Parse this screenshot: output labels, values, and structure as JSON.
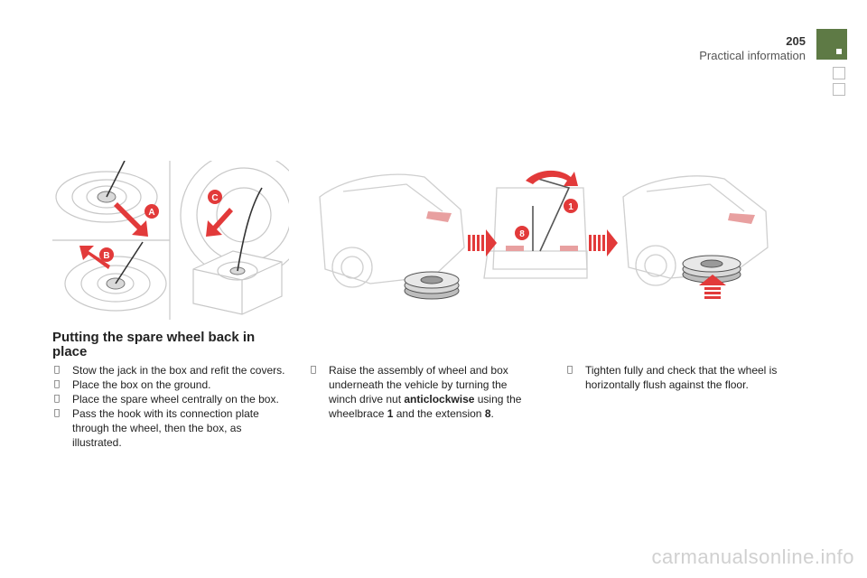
{
  "header": {
    "page_number": "205",
    "section_title": "Practical information"
  },
  "figure": {
    "callouts": {
      "a": "A",
      "b": "B",
      "c": "C",
      "one": "1",
      "eight": "8"
    }
  },
  "content": {
    "heading": "Putting the spare wheel back in place",
    "col1": [
      "Stow the jack in the box and refit the covers.",
      "Place the box on the ground.",
      "Place the spare wheel centrally on the box.",
      "Pass the hook with its connection plate through the wheel, then the box, as illustrated."
    ],
    "col2": {
      "p1": "Raise the assembly of wheel and box underneath the vehicle by turning the winch drive nut ",
      "bold1": "anticlockwise",
      "p2": " using the wheelbrace ",
      "bold2": "1",
      "p3": " and the extension ",
      "bold3": "8",
      "p4": "."
    },
    "col3": [
      "Tighten fully and check that the wheel is horizontally flush against the floor."
    ],
    "bullet_symbol": ""
  },
  "footer": {
    "watermark": "carmanualsonline.info"
  },
  "colors": {
    "accent": "#5e7a45",
    "arrow_red": "#e23a3a"
  }
}
